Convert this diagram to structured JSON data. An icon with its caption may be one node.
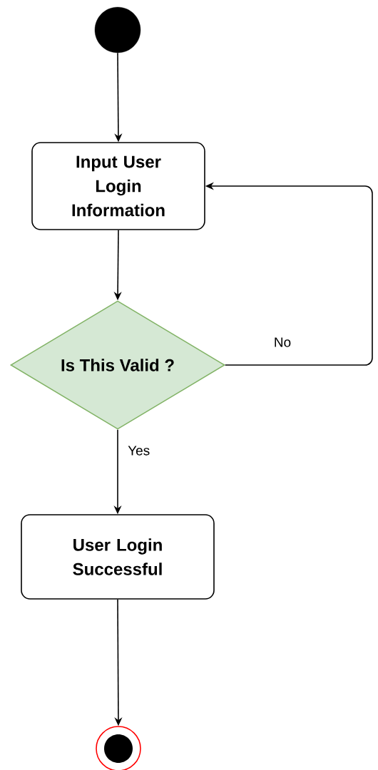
{
  "diagram": {
    "nodes": [
      {
        "text": [],
        "shape": "circle"
      },
      {
        "text": [
          "Input User Login Information"
        ]
      },
      {
        "text": [
          "Is This Valid ?"
        ]
      },
      {
        "text": [
          "User Login Successful"
        ]
      },
      {
        "text": [],
        "shape": "bullseye"
      }
    ],
    "edges": [
      {
        "from": 0,
        "to": 1,
        "arrow": "to"
      },
      {
        "from": 1,
        "to": 2,
        "arrow": "to"
      },
      {
        "from": 2,
        "to": 3,
        "arrow": "to",
        "label": "Yes"
      },
      {
        "from": 2,
        "to": 1,
        "arrow": "to",
        "label": "No"
      },
      {
        "from": 3,
        "to": 4,
        "arrow": "to"
      }
    ]
  }
}
